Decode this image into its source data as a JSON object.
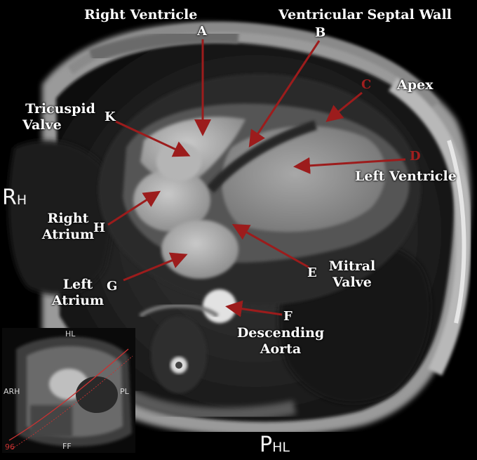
{
  "labels": {
    "right_ventricle": "Right Ventricle",
    "ventricular_septal_wall": "Ventricular Septal Wall",
    "apex": "Apex",
    "tricuspid_line1": "Tricuspid",
    "tricuspid_line2": "Valve",
    "left_ventricle": "Left Ventricle",
    "right_atrium_line1": "Right",
    "right_atrium_line2": "Atrium",
    "mitral_line1": "Mitral",
    "mitral_line2": "Valve",
    "left_atrium_line1": "Left",
    "left_atrium_line2": "Atrium",
    "aorta_line1": "Descending",
    "aorta_line2": "Aorta"
  },
  "letters": {
    "a": "A",
    "b": "B",
    "c": "C",
    "d": "D",
    "e": "E",
    "f": "F",
    "g": "G",
    "h": "H",
    "k": "K"
  },
  "orientation": {
    "rh_big": "R",
    "rh_small": "H",
    "phl_big": "P",
    "phl_small": "HL"
  },
  "inset": {
    "top": "HL",
    "left": "ARH",
    "right": "PL",
    "bottom": "FF",
    "number": "96"
  },
  "colors": {
    "arrow": "#9c1c1c",
    "label": "#ffffff",
    "inset_line": "#c83232"
  },
  "icons": {
    "arrow": "red-arrow-icon"
  }
}
